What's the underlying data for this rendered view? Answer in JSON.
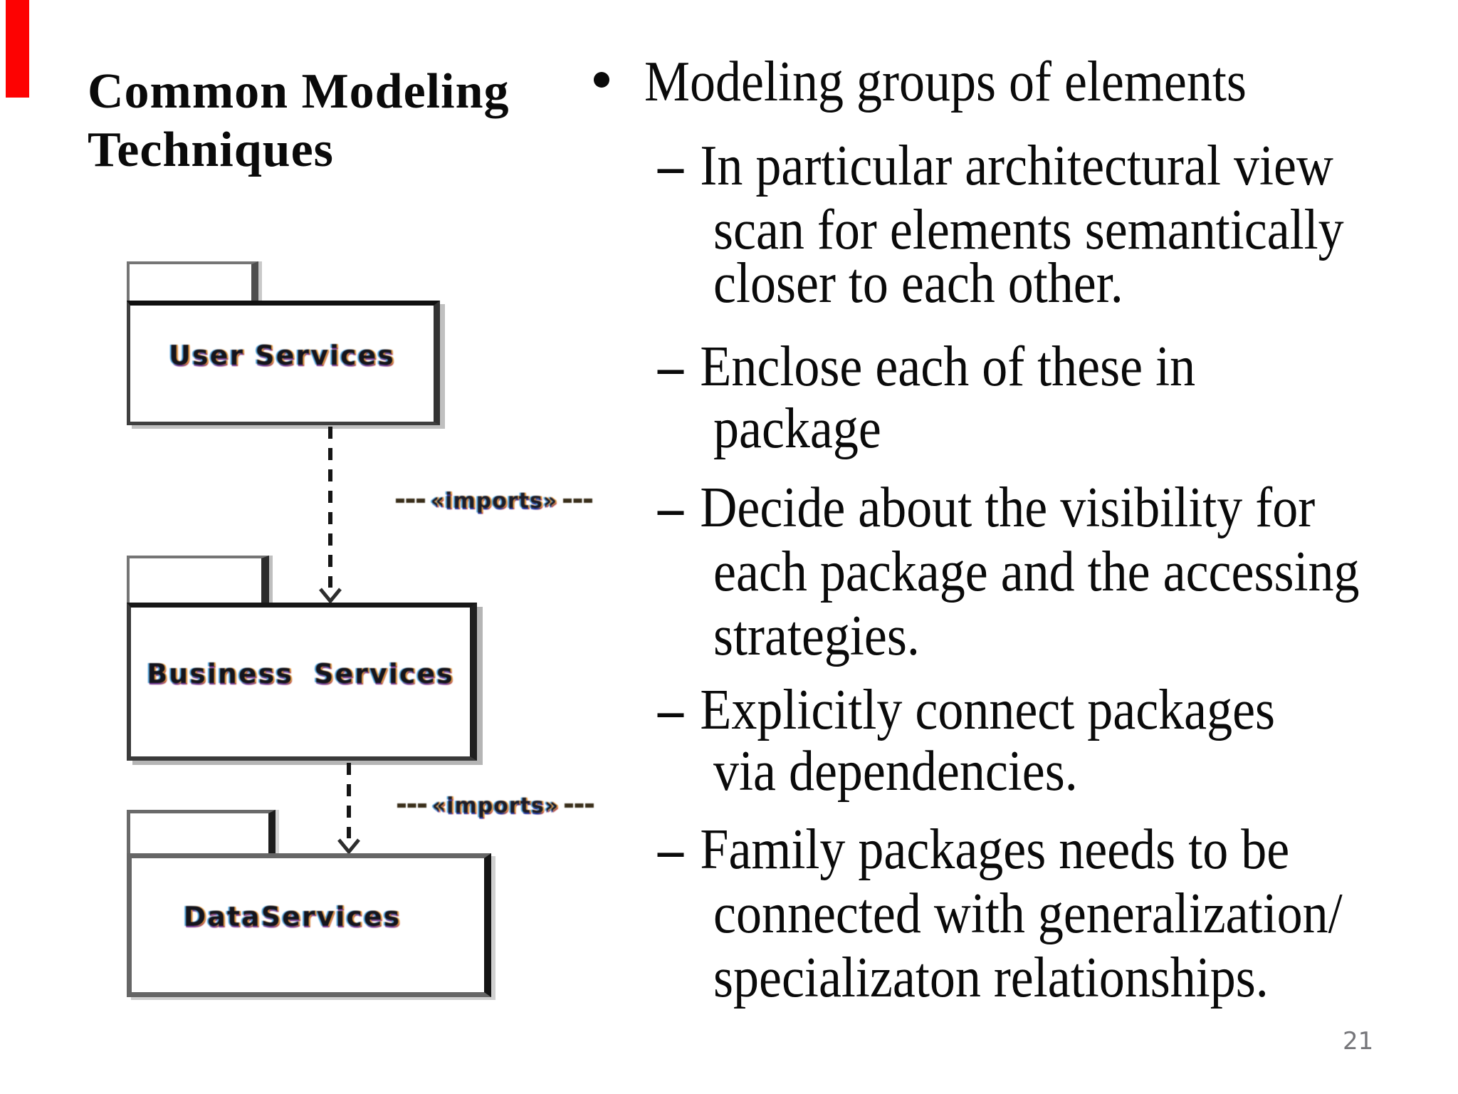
{
  "title": {
    "line1": "Common Modeling",
    "line2": "Techniques"
  },
  "bullets": {
    "glyph": "•",
    "dash": "–",
    "main_item": {
      "text": "Modeling groups of elements"
    },
    "sub_items": [
      {
        "lines": [
          "In particular architectural view",
          "scan for elements semantically",
          "closer to each other."
        ]
      },
      {
        "lines": [
          "Enclose each of these in",
          "package"
        ]
      },
      {
        "lines": [
          "Decide about the visibility for",
          "each package and the accessing",
          "strategies."
        ]
      },
      {
        "lines": [
          "Explicitly connect packages",
          "via dependencies."
        ]
      },
      {
        "lines": [
          "Family packages needs to be",
          "connected with generalization/",
          "specializaton relationships."
        ]
      }
    ]
  },
  "diagram": {
    "packages": [
      {
        "label": "User Services"
      },
      {
        "label": "Business Services"
      },
      {
        "label": "DataServices"
      }
    ],
    "connectors": [
      {
        "stereotype": "«imports»"
      },
      {
        "stereotype": "«imports»"
      }
    ]
  },
  "page_number": "21",
  "colors": {
    "red_marker": "#fd0202",
    "label_ink": "#14141c",
    "fringe_orange": "#e29a44",
    "fringe_blue": "#58a6dd",
    "page_number_gray": "#76767a"
  }
}
